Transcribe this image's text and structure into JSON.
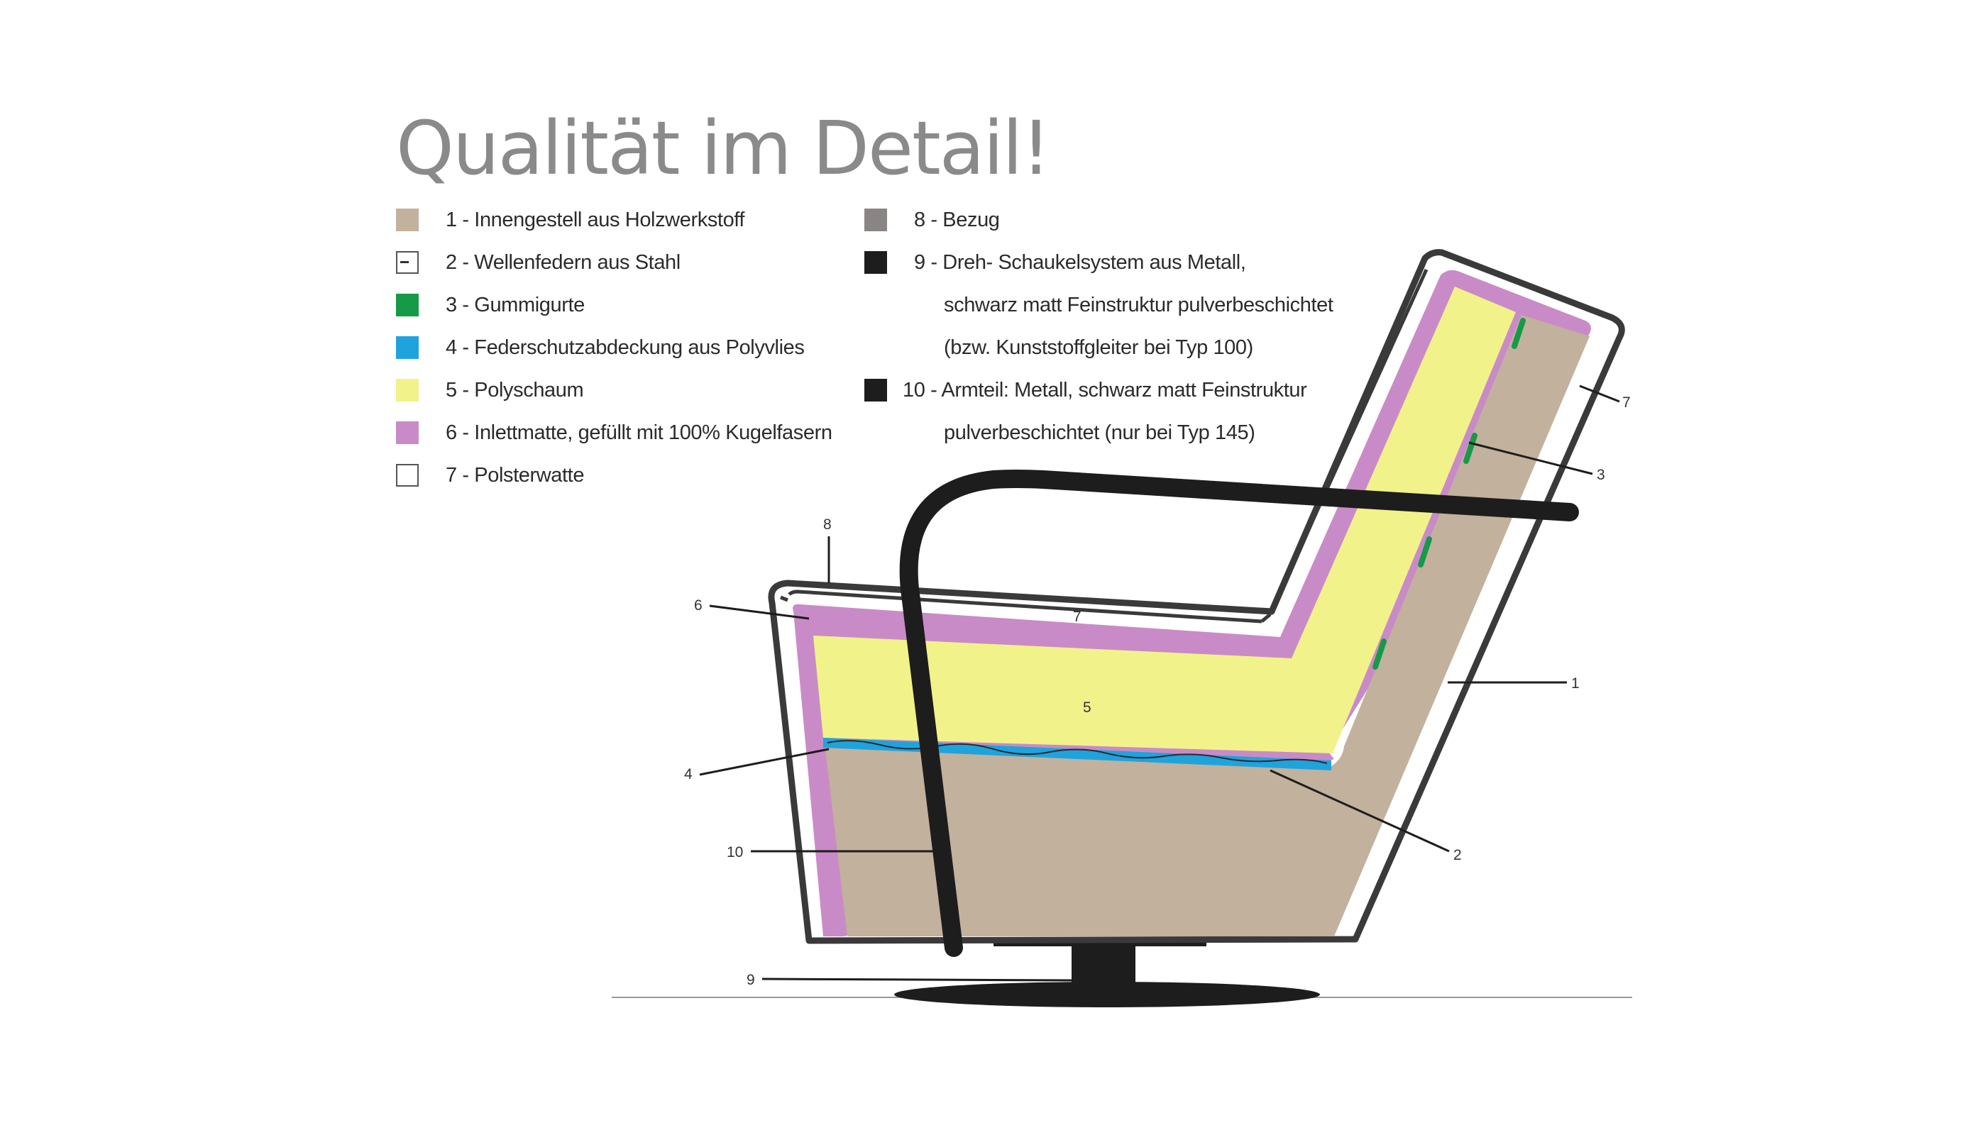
{
  "title": "Qualität im Detail!",
  "legend": {
    "left": [
      {
        "label": "1 - Innengestell aus Holzwerkstoff",
        "color": "#c2b19c",
        "border": false
      },
      {
        "label": "2 - Wellenfedern aus Stahl",
        "color": "#ffffff",
        "border": true,
        "dash": true
      },
      {
        "label": "3 - Gummigurte",
        "color": "#169a47",
        "border": false
      },
      {
        "label": "4 - Federschutzabdeckung aus Polyvlies",
        "color": "#1fa3dc",
        "border": false
      },
      {
        "label": "5 - Polyschaum",
        "color": "#f2f28a",
        "border": false
      },
      {
        "label": "6 - Inlettmatte, gefüllt mit 100% Kugelfasern",
        "color": "#c98bc7",
        "border": false
      },
      {
        "label": "7 - Polsterwatte",
        "color": "#ffffff",
        "border": true
      }
    ],
    "right": [
      {
        "label": "8 - Bezug",
        "color": "#8b8484"
      },
      {
        "label": "9 - Dreh- Schaukelsystem aus Metall,",
        "color": "#1d1d1d"
      },
      {
        "label": "10 - Armteil: Metall, schwarz matt Feinstruktur",
        "color": "#1d1d1d"
      }
    ],
    "continuations": {
      "item9_line2": "schwarz matt Feinstruktur pulverbeschichtet",
      "item9_line3": "(bzw. Kunststoffgleiter bei Typ 100)",
      "item10_line2": "pulverbeschichtet (nur bei Typ 145)"
    }
  },
  "callouts": {
    "c1": "1",
    "c2": "2",
    "c3": "3",
    "c4": "4",
    "c5": "5",
    "c6": "6",
    "c7_seat": "7",
    "c7_back": "7",
    "c8": "8",
    "c9": "9",
    "c10": "10"
  },
  "colors": {
    "frame": "#c2b19c",
    "foam": "#f2f28a",
    "inlett": "#c98bc7",
    "cover": "#3a3a3a",
    "spring_cover": "#1fa3dc",
    "belts": "#169a47",
    "metal": "#1d1d1d"
  }
}
